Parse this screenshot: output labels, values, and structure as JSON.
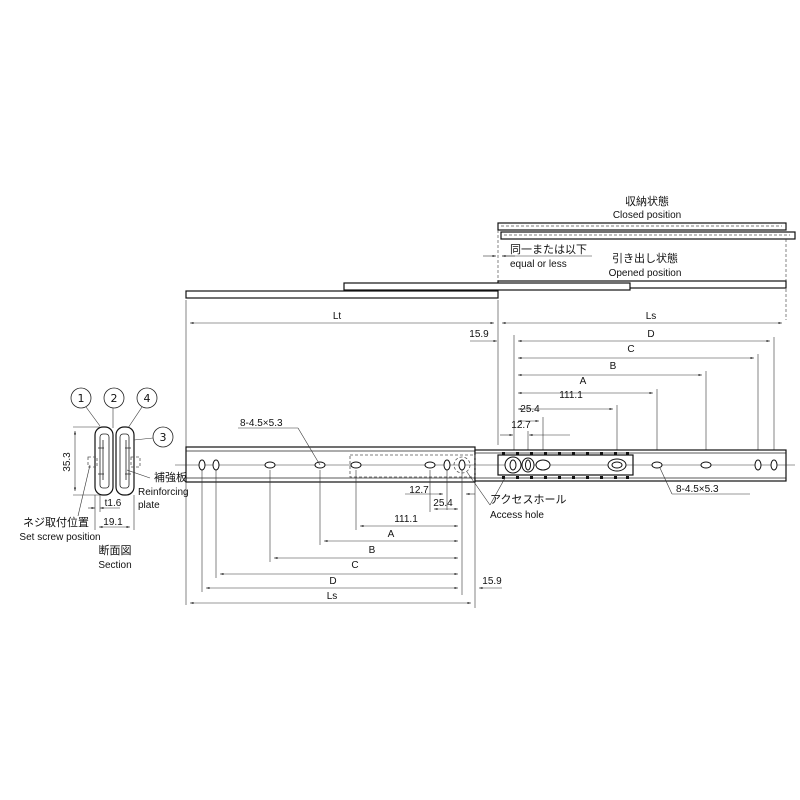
{
  "closed": {
    "jp": "収納状態",
    "en": "Closed position"
  },
  "opened": {
    "jp": "引き出し状態",
    "en": "Opened position"
  },
  "equal": {
    "jp": "同一または以下",
    "en": "equal or less"
  },
  "top_dims": {
    "lt": "Lt",
    "ls": "Ls",
    "d159": "15.9",
    "D": "D",
    "C": "C",
    "B": "B",
    "A": "A",
    "d1111": "111.1",
    "d254": "25.4",
    "d127": "12.7"
  },
  "bottom_dims": {
    "d127": "12.7",
    "d254": "25.4",
    "d1111": "111.1",
    "A": "A",
    "B": "B",
    "C": "C",
    "D": "D",
    "ls": "Ls",
    "d159": "15.9"
  },
  "holes_left": "8-4.5×5.3",
  "holes_right": "8-4.5×5.3",
  "access": {
    "jp": "アクセスホール",
    "en": "Access hole"
  },
  "section": {
    "callouts": [
      "1",
      "2",
      "4",
      "3"
    ],
    "height": "35.3",
    "thickness": "t1.6",
    "width": "19.1",
    "reinforcing_jp": "補強板",
    "reinforcing_en1": "Reinforcing",
    "reinforcing_en2": "plate",
    "screw_jp": "ネジ取付位置",
    "screw_en": "Set screw position",
    "title_jp": "断面図",
    "title_en": "Section"
  }
}
